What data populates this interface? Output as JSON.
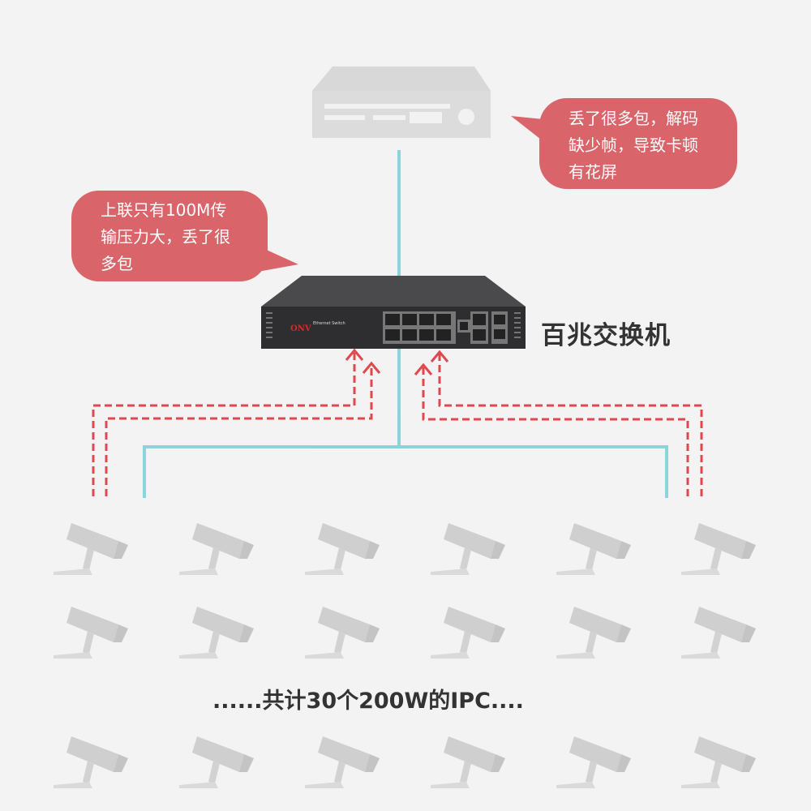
{
  "bubbles": {
    "uplink_note": [
      "上联只有100M传",
      "输压力大，丢了很",
      "多包"
    ],
    "nvr_note": [
      "丢了很多包，解码",
      "缺少帧，导致卡顿",
      "有花屏"
    ]
  },
  "switch": {
    "label": "百兆交换机",
    "brand": "ONV",
    "model_text": "Ethernet Switch"
  },
  "cameras": {
    "summary": "......共计30个200W的IPC....",
    "rows": 3,
    "columns": 6
  },
  "colors": {
    "bubble": "#d9646a",
    "cable": "#7fd0d6",
    "dashed_flow": "#e0484f"
  }
}
